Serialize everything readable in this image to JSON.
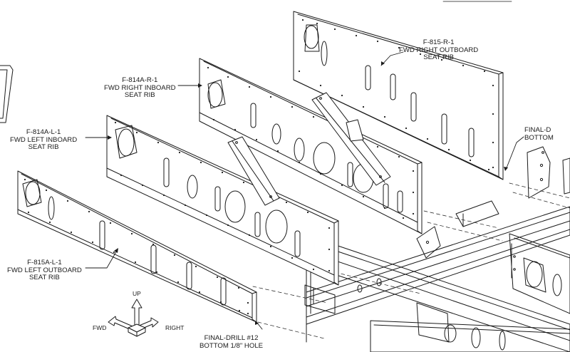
{
  "callouts": {
    "f815r": {
      "part": "F-815-R-1",
      "line1": "FWD RIGHT OUTBOARD",
      "line2": "SEAT RIB"
    },
    "f814ar": {
      "part": "F-814A-R-1",
      "line1": "FWD RIGHT INBOARD",
      "line2": "SEAT RIB"
    },
    "f814al": {
      "part": "F-814A-L-1",
      "line1": "FWD LEFT INBOARD",
      "line2": "SEAT RIB"
    },
    "f815al": {
      "part": "F-815A-L-1",
      "line1": "FWD LEFT OUTBOARD",
      "line2": "SEAT RIB"
    },
    "final_drill": {
      "line1": "FINAL-DRILL #12",
      "line2": "BOTTOM 1/8\" HOLE"
    },
    "final_drill_cut": {
      "line1": "FINAL-D",
      "line2": "BOTTOM"
    }
  },
  "axes": {
    "up": "UP",
    "fwd": "FWD",
    "right": "RIGHT"
  }
}
